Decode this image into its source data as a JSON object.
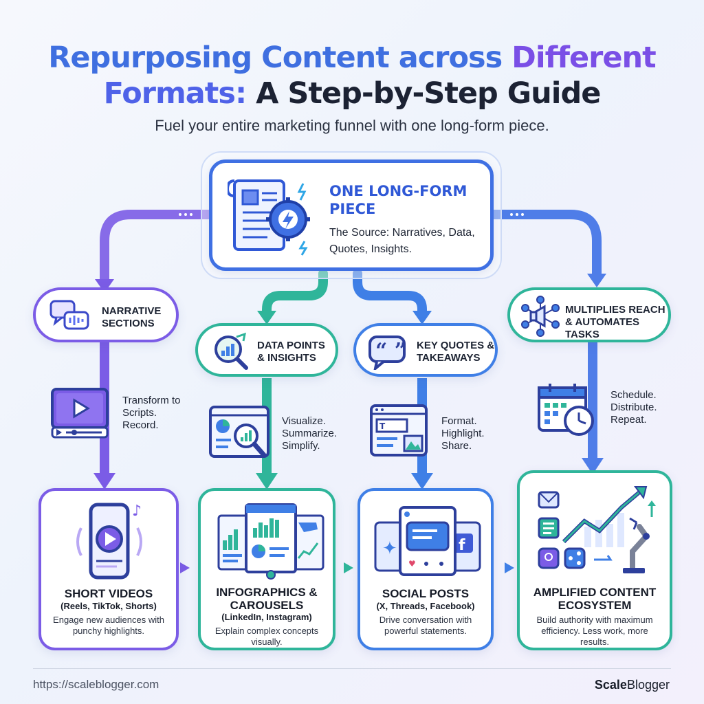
{
  "header": {
    "title_line1_part1": "Repurposing Content across ",
    "title_line1_part2": "Different",
    "title_line2_part1": "Formats: ",
    "title_line2_part2": "A Step-by-Step Guide",
    "subtitle": "Fuel your entire marketing funnel with one long-form piece."
  },
  "source": {
    "title": "ONE LONG-FORM PIECE",
    "description": "The Source: Narratives, Data, Quotes, Insights.",
    "icon": "document-gear-icon"
  },
  "categories": [
    {
      "label": "NARRATIVE SECTIONS",
      "icon": "chat-bubbles-icon"
    },
    {
      "label": "DATA POINTS & INSIGHTS",
      "icon": "chart-magnifier-icon"
    },
    {
      "label": "KEY QUOTES & TAKEAWAYS",
      "icon": "quote-bubble-icon"
    },
    {
      "label": "MULTIPLIES REACH & AUTOMATES TASKS",
      "icon": "network-megaphone-icon"
    }
  ],
  "steps": [
    {
      "text": "Transform to Scripts. Record.",
      "icon": "video-player-icon"
    },
    {
      "text": "Visualize. Summarize. Simplify.",
      "icon": "dashboard-magnifier-icon"
    },
    {
      "text": "Format. Highlight. Share.",
      "icon": "post-editor-icon"
    },
    {
      "text": "Schedule. Distribute. Repeat.",
      "icon": "calendar-clock-icon"
    }
  ],
  "outputs": [
    {
      "title": "SHORT VIDEOS",
      "subtitle": "(Reels, TikTok, Shorts)",
      "description": "Engage new audiences with punchy highlights.",
      "icon": "phone-video-icon"
    },
    {
      "title": "INFOGRAPHICS & CAROUSELS",
      "subtitle": "(LinkedIn, Instagram)",
      "description": "Explain complex concepts visually.",
      "icon": "infographic-cards-icon"
    },
    {
      "title": "SOCIAL POSTS",
      "subtitle": "(X, Threads, Facebook)",
      "description": "Drive conversation with powerful statements.",
      "icon": "social-posts-icon"
    },
    {
      "title": "AMPLIFIED CONTENT ECOSYSTEM",
      "subtitle": "",
      "description": "Build authority with maximum efficiency. Less work, more results.",
      "icon": "growth-robot-icon"
    }
  ],
  "footer": {
    "url": "https://scaleblogger.com",
    "brand_bold": "Scale",
    "brand_regular": "Blogger"
  },
  "colors": {
    "purple": "#7b5ce6",
    "green": "#2fb59a",
    "blue": "#3f7fe6",
    "title_blue": "#3f6fe0",
    "title_purple": "#7a4fe6"
  }
}
